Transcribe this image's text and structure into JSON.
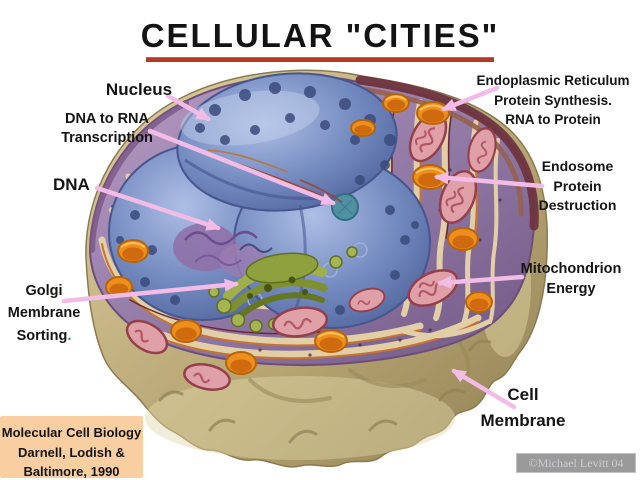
{
  "title": "CELLULAR \"CITIES\"",
  "labels": {
    "nucleus": "Nucleus",
    "transcription": {
      "line1": "DNA to RNA",
      "line2": "Transcription"
    },
    "dna": "DNA",
    "golgi": {
      "line1": "Golgi",
      "line2": "Membrane",
      "line3": "Sorting",
      "period": "."
    },
    "endoplasmic_reticulum": {
      "line1": "Endoplasmic Reticulum",
      "line2": "Protein Synthesis.",
      "line3": "RNA to Protein"
    },
    "endosome": {
      "line1": "Endosome",
      "line2": "Protein",
      "line3": "Destruction"
    },
    "mitochondrion": {
      "line1": "Mitochondrion",
      "line2": "Energy"
    },
    "cell_membrane": {
      "line1": "Cell",
      "line2": "Membrane"
    }
  },
  "citation": {
    "line1": "Molecular Cell Biology",
    "line2": "Darnell, Lodish &",
    "line3": "Baltimore, 1990"
  },
  "watermark": "©Michael Levitt 04",
  "colors": {
    "title_underline": "#b23a22",
    "arrow_pink": "#f2bce6",
    "sorting_period_green": "#0baa7c",
    "citation_bg": "#f9cea0",
    "watermark_bg": "#9a9a9a",
    "watermark_text": "#c9cdd2",
    "nucleus_blue": "#7c90c8",
    "cytoplasm_purple": "#a087b2",
    "membrane_tan": "#c7b987",
    "mitochondrion_pink": "#dd9aa2",
    "endosome_orange": "#ee8f1c",
    "golgi_green": "#8fa03e"
  }
}
